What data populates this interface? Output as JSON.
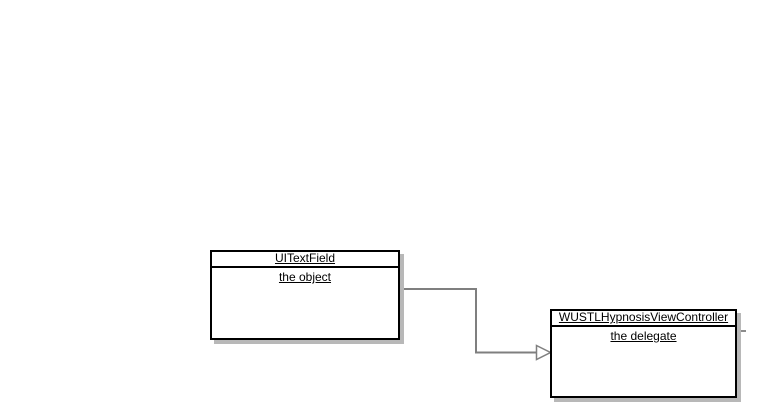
{
  "diagram": {
    "type": "object-delegate-diagram",
    "nodes": [
      {
        "title": "UITextField",
        "attribute": "the object"
      },
      {
        "title": "WUSTLHypnosisViewController",
        "attribute": "the delegate"
      }
    ],
    "edge": {
      "from": "UITextField",
      "to": "WUSTLHypnosisViewController",
      "arrowhead": "open-triangle",
      "direction": "left-to-right"
    },
    "colors": {
      "background": "#ffffff",
      "node_fill": "#ffffff",
      "node_border": "#000000",
      "node_shadow": "#b8b8b8",
      "text": "#000000",
      "connector": "#7f7f7f"
    }
  }
}
